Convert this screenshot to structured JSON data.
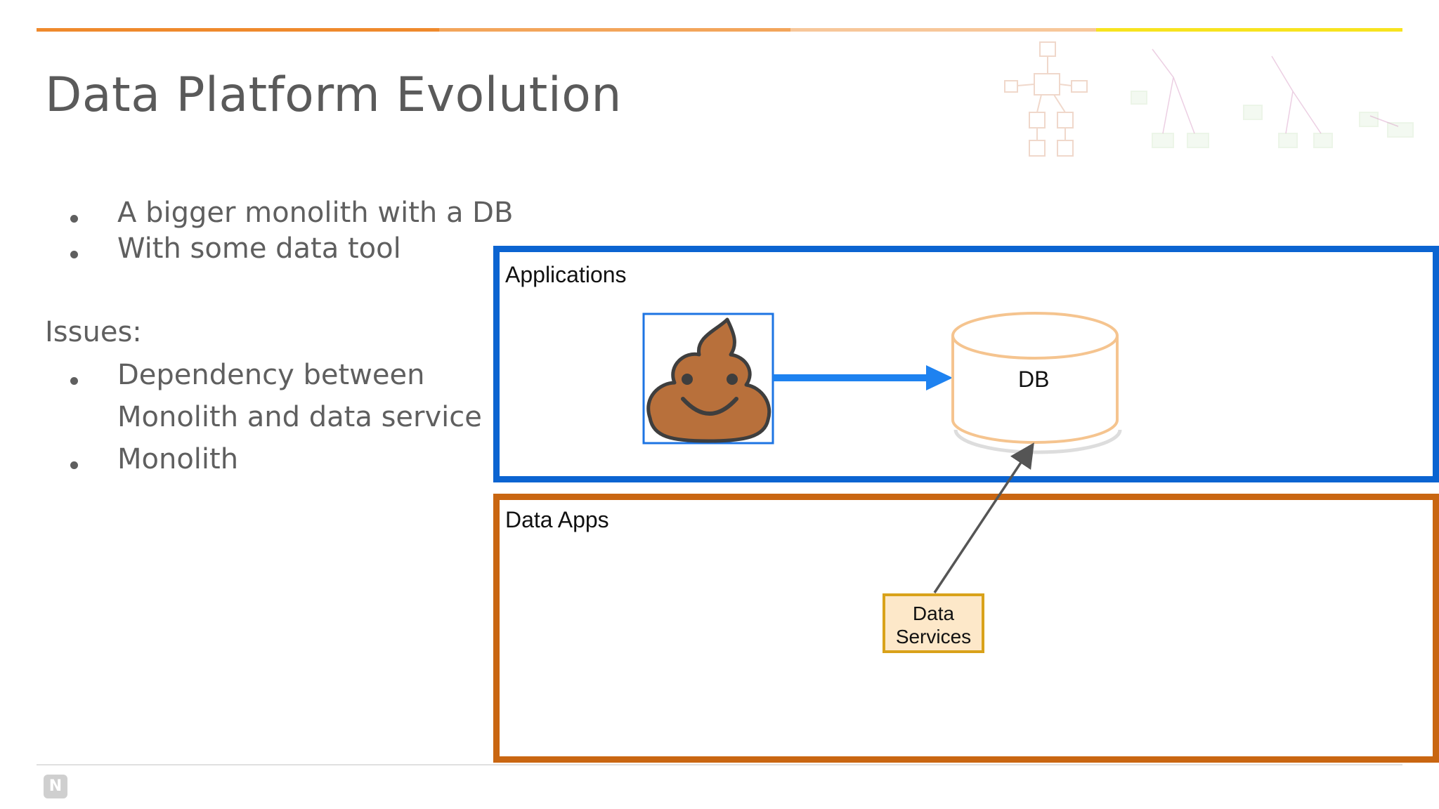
{
  "slide": {
    "title": "Data Platform Evolution",
    "bullets": [
      "A bigger monolith with a DB",
      "With some data tool"
    ],
    "issues_heading": "Issues:",
    "issues": [
      "Dependency between",
      "Monolith and data service",
      "Monolith"
    ]
  },
  "diagram": {
    "applications_label": "Applications",
    "data_apps_label": "Data Apps",
    "db_label": "DB",
    "data_services_label": [
      "Data",
      "Services"
    ]
  },
  "colors": {
    "applications_border": "#0b64d1",
    "data_apps_border": "#c96611",
    "arrow_blue": "#1e82f0",
    "db_stroke": "#f5c48f",
    "data_services_fill": "#fde8c9",
    "data_services_border": "#d9a21a",
    "monolith_box_border": "#1d74e3",
    "monolith_fill": "#b8703b"
  },
  "icons": [
    "monolith-poop-icon",
    "logo-icon"
  ]
}
